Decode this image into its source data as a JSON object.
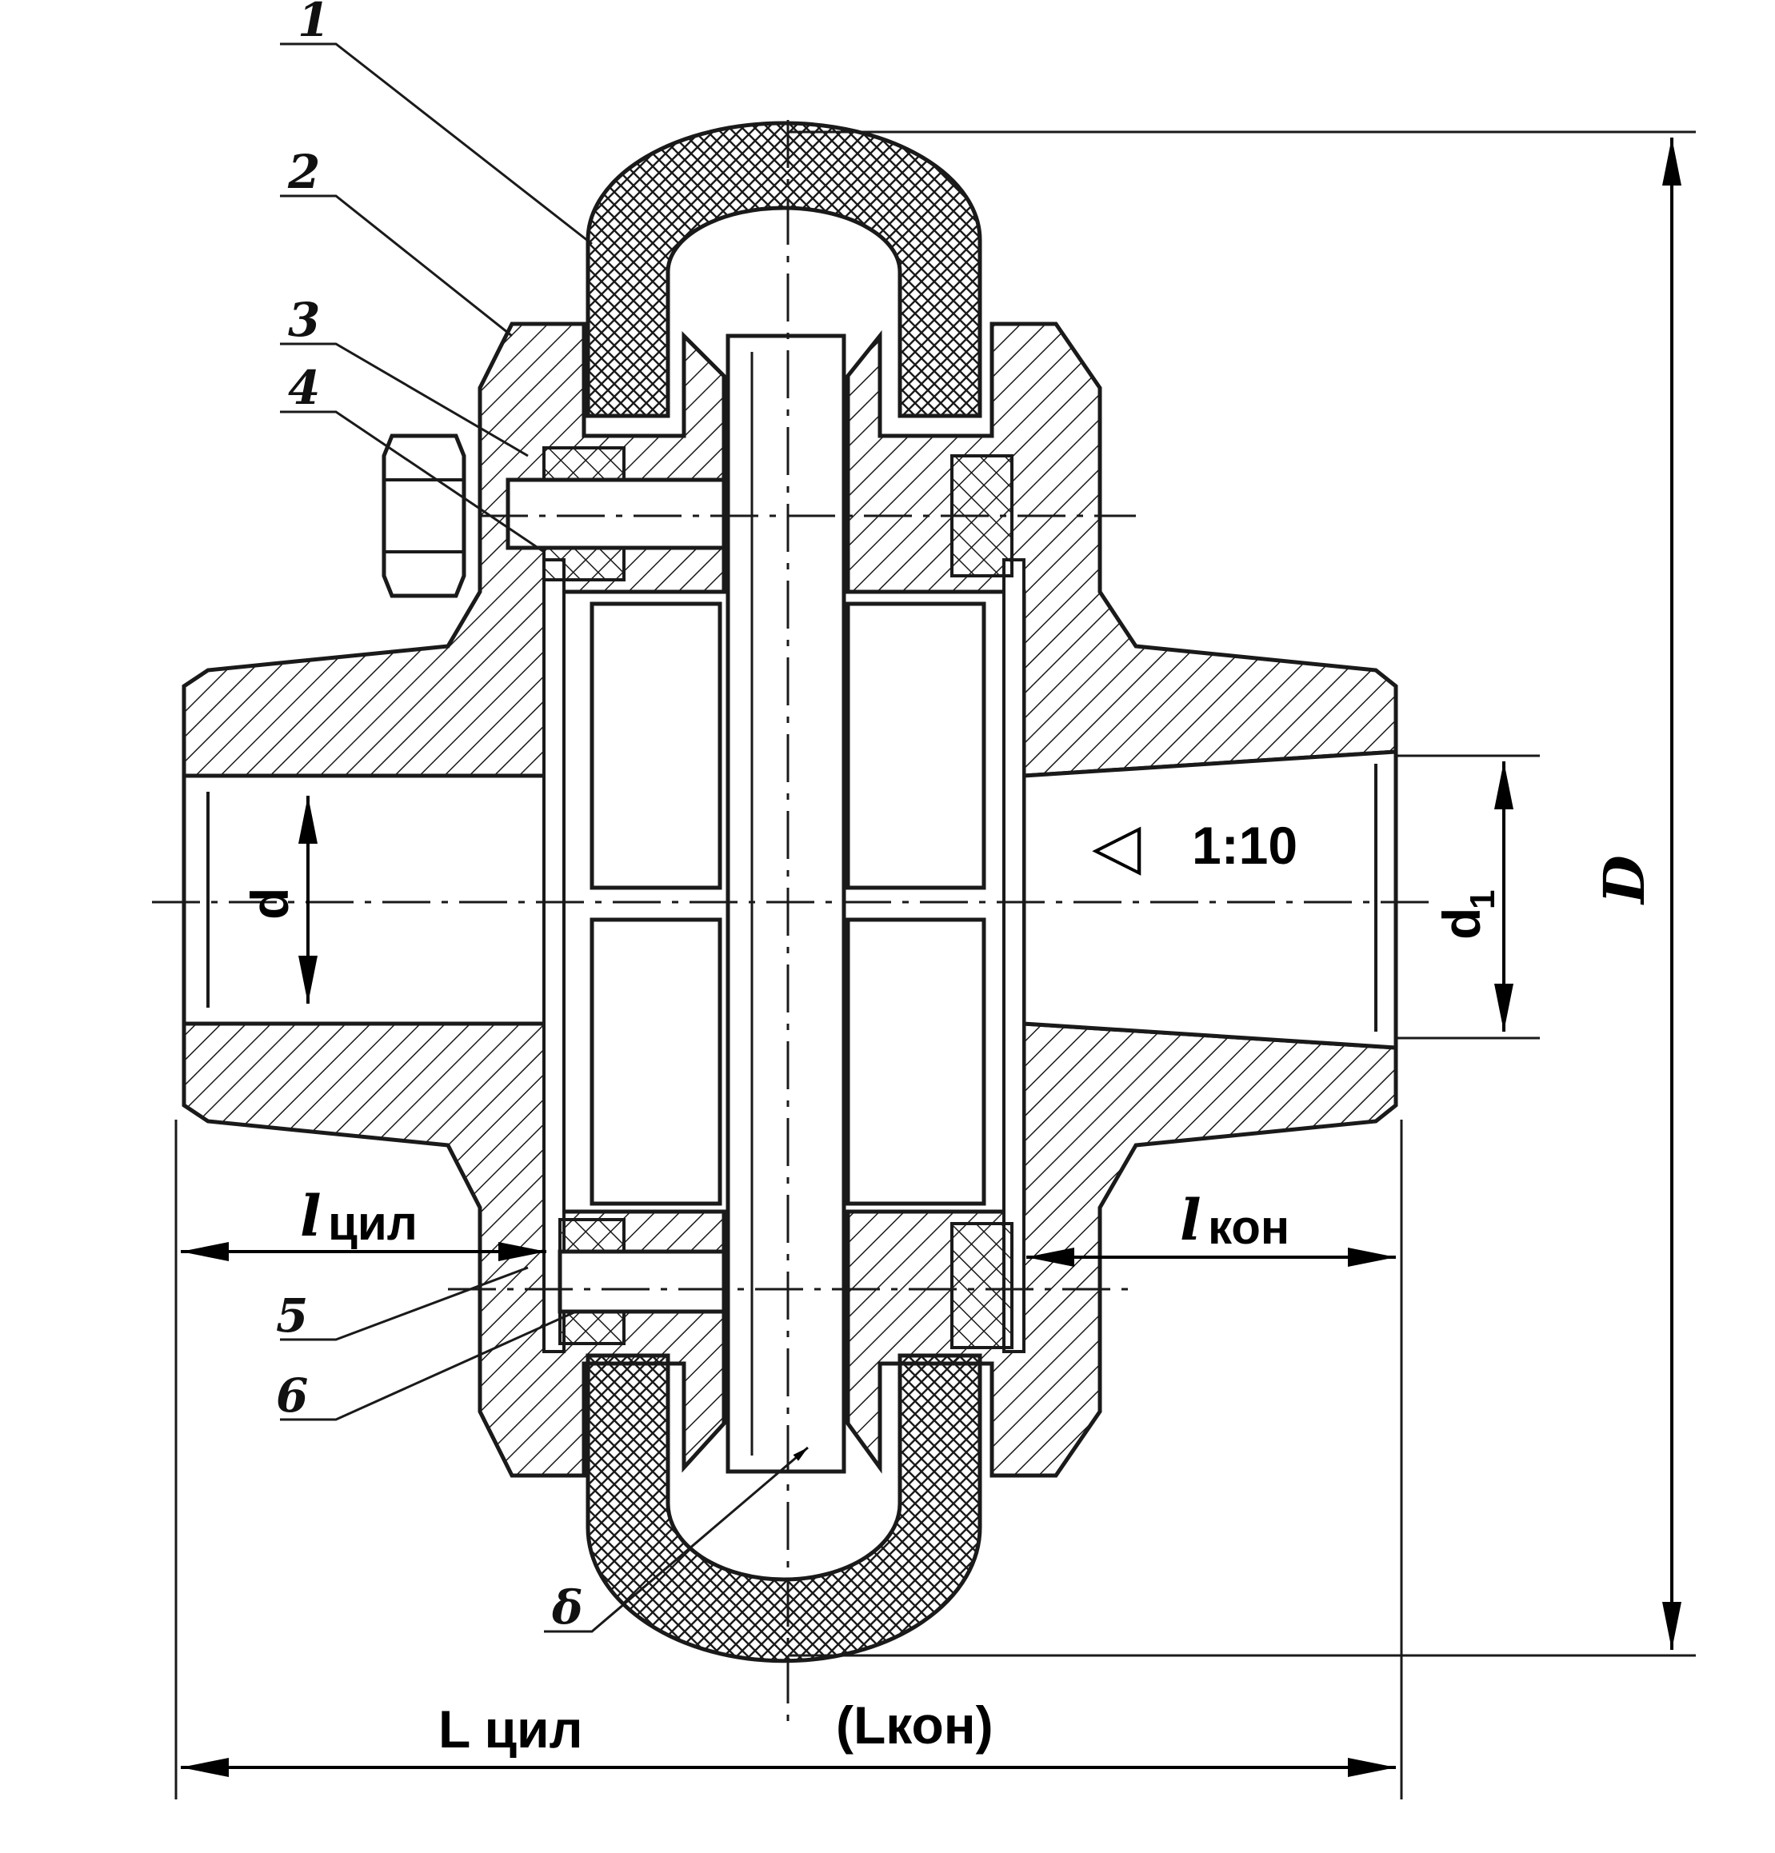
{
  "callouts": {
    "c1": "1",
    "c2": "2",
    "c3": "3",
    "c4": "4",
    "c5": "5",
    "c6": "6",
    "c8": "δ"
  },
  "dimensions": {
    "bore_cyl": "d",
    "bore_cone_main": "d",
    "bore_cone_sub": "1",
    "taper_symbol": "◁",
    "taper_ratio": "1:10",
    "outer_diameter": "D",
    "hub_len_cyl_main": "l",
    "hub_len_cyl_sub": "цил",
    "hub_len_cone_main": "l",
    "hub_len_cone_sub": "кон",
    "total_len_cyl": "L цил",
    "total_len_cone": "(Lкон)"
  },
  "colors": {
    "ink": "#1a1a1a",
    "paper": "#ffffff"
  }
}
